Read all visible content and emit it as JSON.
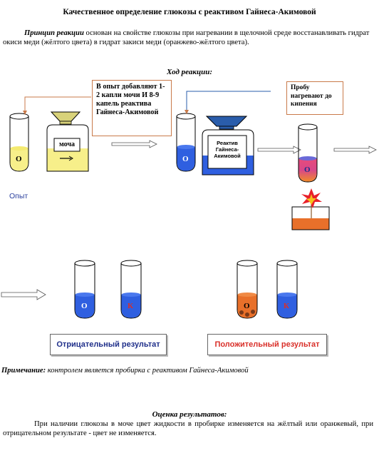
{
  "title": "Качественное определение глюкозы с реактивом Гайнеса-Акимовой",
  "principle": {
    "lead": "Принцип реакции",
    "text": " основан на свойстве глюкозы при нагревании в щелочной среде восстанавливать гидрат окиси меди (жёлтого цвета) в гидрат закиси меди (оранжево-жёлтого цвета)."
  },
  "procedure_title": "Ход реакции:",
  "step1": {
    "tube_label": "О",
    "jar_label": "моча",
    "caption": "Опыт"
  },
  "step2": {
    "box_text": "В опыт добавляют 1-2 капли мочи И 8-9 капель реактива Гайнеса-Акимовой",
    "tube_label": "О",
    "jar_label": "Реактив Гайнеса-Акимовой"
  },
  "step3": {
    "box_text": "Пробу нагревают до кипения",
    "tube_label": "О"
  },
  "results": {
    "negative": {
      "tube_o": "О",
      "tube_k": "К",
      "label": "Отрицательный результат"
    },
    "positive": {
      "tube_o": "О",
      "tube_k": "К",
      "label": "Положительный результат"
    }
  },
  "note": {
    "lead": "Примечание:",
    "text": " контролем является пробирка с реактивом Гайнеса-Акимовой"
  },
  "evaluation": {
    "title": "Оценка результатов:",
    "text": "При наличии глюкозы в моче цвет жидкости в пробирке изменяется на жёлтый или оранжевый, при отрицательном результате - цвет не изменяется."
  },
  "colors": {
    "urine_yellow": "#f7ef8a",
    "reagent_blue": "#2f5fe0",
    "orange": "#e8702a",
    "arrow_orange": "#c97a4a",
    "negative_text": "#1f2f8a",
    "positive_text": "#d9302a",
    "funnel": "#d8d27a",
    "funnel_blue": "#2a5dab"
  }
}
